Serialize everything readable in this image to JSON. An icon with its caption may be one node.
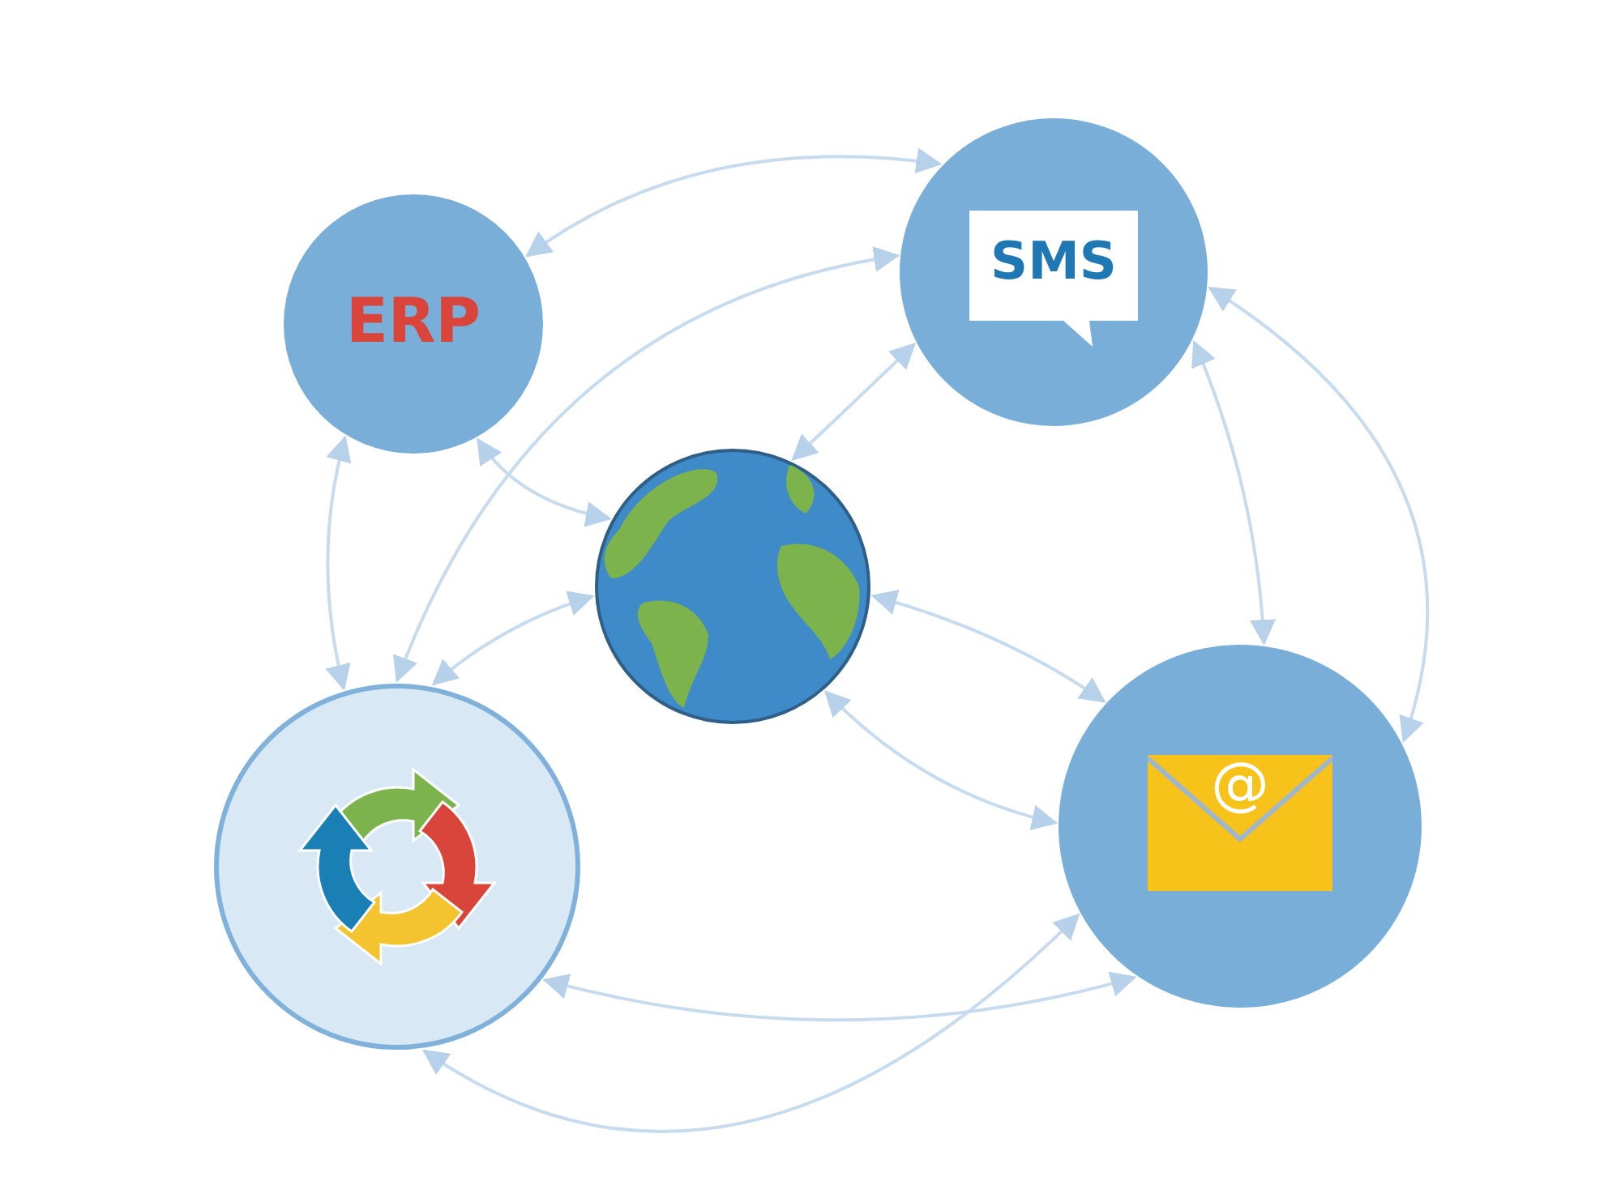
{
  "diagram": {
    "nodes": [
      {
        "text": [
          "ERP"
        ]
      },
      {
        "text": [
          "SMS"
        ]
      },
      {
        "text": [],
        "shape": "circle"
      },
      {
        "text": [],
        "shape": "circle"
      },
      {
        "text": [
          "@"
        ]
      }
    ],
    "edges": [
      {
        "from": 0,
        "to": 1,
        "arrow": "both"
      },
      {
        "from": 0,
        "to": 2,
        "arrow": "both"
      },
      {
        "from": 0,
        "to": 3,
        "arrow": "both"
      },
      {
        "from": 1,
        "to": 2,
        "arrow": "both"
      },
      {
        "from": 1,
        "to": 4,
        "arrow": "both"
      },
      {
        "from": 1,
        "to": 4,
        "arrow": "both"
      },
      {
        "from": 1,
        "to": 3,
        "arrow": "both"
      },
      {
        "from": 2,
        "to": 3,
        "arrow": "both"
      },
      {
        "from": 2,
        "to": 4,
        "arrow": "both"
      },
      {
        "from": 2,
        "to": 4,
        "arrow": "both"
      },
      {
        "from": 3,
        "to": 4,
        "arrow": "both"
      },
      {
        "from": 3,
        "to": 4,
        "arrow": "both"
      }
    ]
  }
}
